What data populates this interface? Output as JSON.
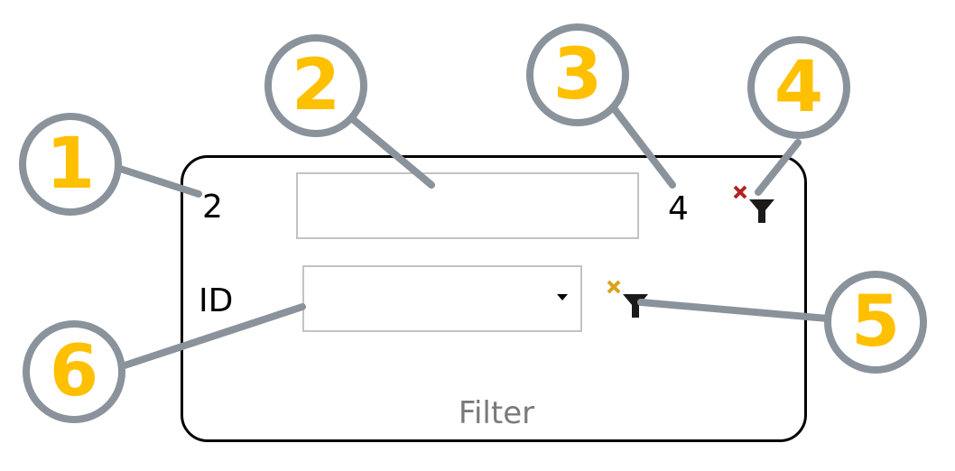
{
  "filter_panel": {
    "caption": "Filter",
    "left_count": "2",
    "right_count": "4",
    "search_input": {
      "value": "",
      "placeholder": ""
    },
    "field_label": "ID",
    "field_combo": {
      "selected": ""
    }
  },
  "icons": {
    "clear_filter_red": "clear-filter-icon",
    "clear_filter_amber": "clear-filter-icon"
  },
  "colors": {
    "callout_circle_stroke": "#8a939b",
    "callout_number": "#ffc000",
    "panel_border": "#000000",
    "input_border": "#c3c3c3",
    "caption_text": "#7a7a7a",
    "clear_x_red": "#b22222",
    "clear_x_amber": "#d9a21b",
    "funnel": "#1a1a1a"
  },
  "callouts": [
    {
      "number": "1"
    },
    {
      "number": "2"
    },
    {
      "number": "3"
    },
    {
      "number": "4"
    },
    {
      "number": "5"
    },
    {
      "number": "6"
    }
  ]
}
